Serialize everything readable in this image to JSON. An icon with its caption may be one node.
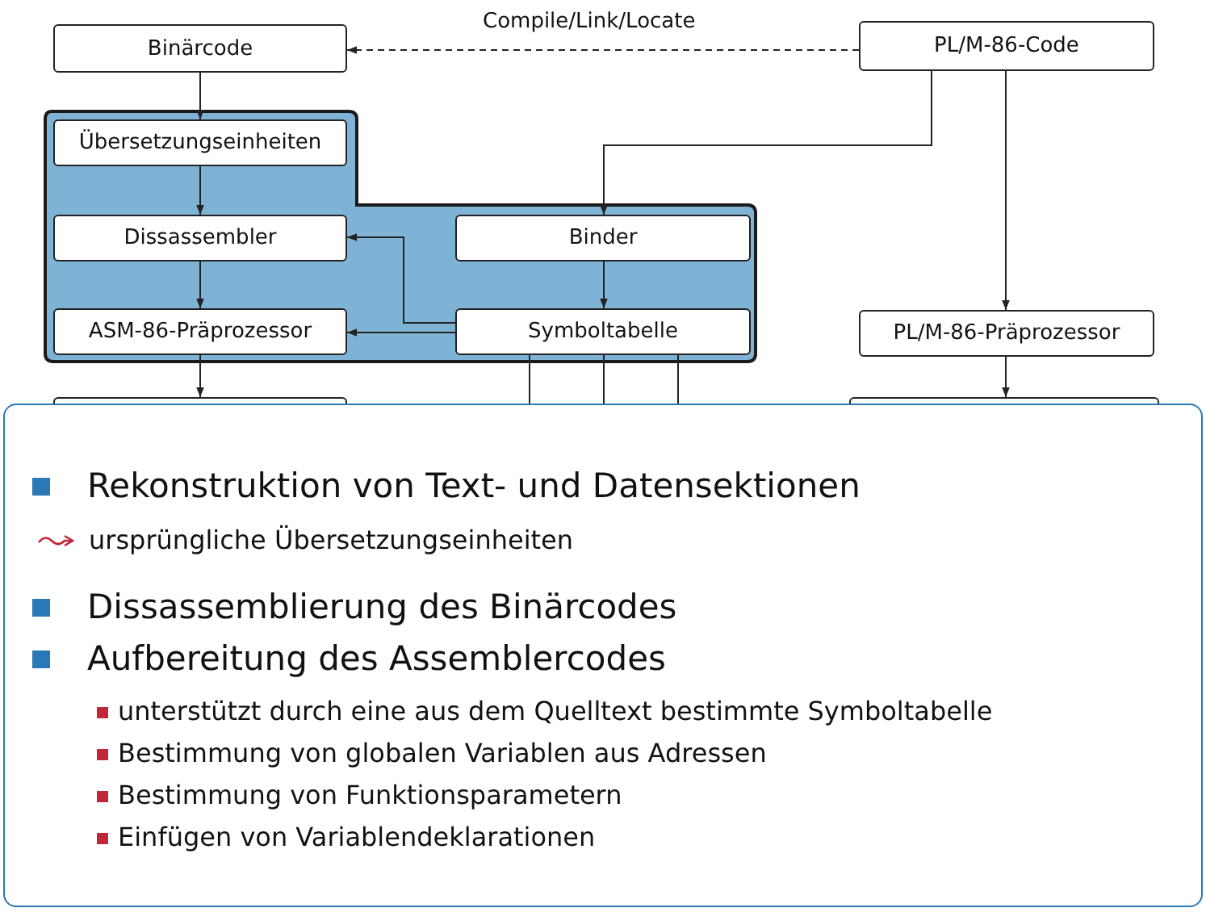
{
  "diagram": {
    "nodes": [
      {
        "text": [
          "Binärcode"
        ]
      },
      {
        "text": [
          "PL/M-86-Code"
        ]
      },
      {
        "text": [],
        "shape": "box"
      },
      {
        "text": [
          "Übersetzungseinheiten"
        ],
        "in": 2
      },
      {
        "text": [
          "Dissassembler"
        ],
        "in": 2
      },
      {
        "text": [
          "Binder"
        ],
        "in": 2
      },
      {
        "text": [
          "ASM-86-Präprozessor"
        ],
        "in": 2
      },
      {
        "text": [
          "Symboltabelle"
        ],
        "in": 2
      },
      {
        "text": [
          "PL/M-86-Präprozessor"
        ]
      },
      {
        "text": [],
        "shape": "box"
      },
      {
        "text": [],
        "shape": "box"
      }
    ],
    "edges": [
      {
        "from": 1,
        "to": 0,
        "arrow": "to",
        "label": "Compile/Link/Locate",
        "style": "dashed"
      },
      {
        "from": 0,
        "to": 3,
        "arrow": "to"
      },
      {
        "from": 3,
        "to": 4,
        "arrow": "to"
      },
      {
        "from": 4,
        "to": 6,
        "arrow": "to"
      },
      {
        "from": 1,
        "to": 5,
        "arrow": "to"
      },
      {
        "from": 5,
        "to": 7,
        "arrow": "to"
      },
      {
        "from": 7,
        "to": 4,
        "arrow": "to"
      },
      {
        "from": 7,
        "to": 6,
        "arrow": "to"
      },
      {
        "from": 1,
        "to": 8,
        "arrow": "to"
      },
      {
        "from": 6,
        "to": 9,
        "arrow": "to"
      },
      {
        "from": 8,
        "to": 10,
        "arrow": "to"
      },
      {
        "from": 7,
        "to": null,
        "arrow": "none"
      },
      {
        "from": 7,
        "to": null,
        "arrow": "none"
      },
      {
        "from": 7,
        "to": null,
        "arrow": "none"
      }
    ],
    "labels": [
      "Rekonstruktion von Text- und Datensektionen",
      "ursprüngliche Übersetzungseinheiten",
      "Dissassemblierung des Binärcodes",
      "Aufbereitung des Assemblercodes",
      "unterstützt durch eine aus dem Quelltext bestimmte Symboltabelle",
      "Bestimmung von globalen Variablen aus Adressen",
      "Bestimmung von Funktionsparametern",
      "Einfügen von Variablendeklarationen"
    ]
  }
}
